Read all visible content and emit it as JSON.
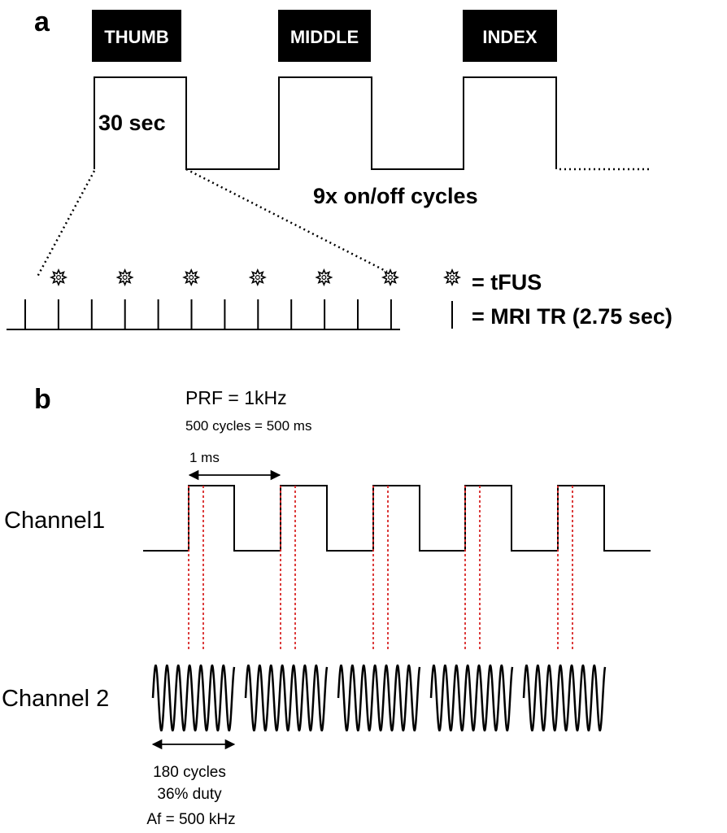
{
  "panel_a": {
    "label": "a",
    "blocks": [
      "THUMB",
      "MIDDLE",
      "INDEX"
    ],
    "duration": "30 sec",
    "cycles": "9x on/off cycles",
    "legend_tfus": "= tFUS",
    "legend_tr": "= MRI TR (2.75 sec)"
  },
  "panel_b": {
    "label": "b",
    "prf": "PRF = 1kHz",
    "pulse_count": "500 cycles = 500 ms",
    "period": "1 ms",
    "channel1": "Channel1",
    "channel2": "Channel 2",
    "burst_cycles": "180 cycles",
    "duty": "36% duty",
    "af": "Af = 500 kHz"
  }
}
